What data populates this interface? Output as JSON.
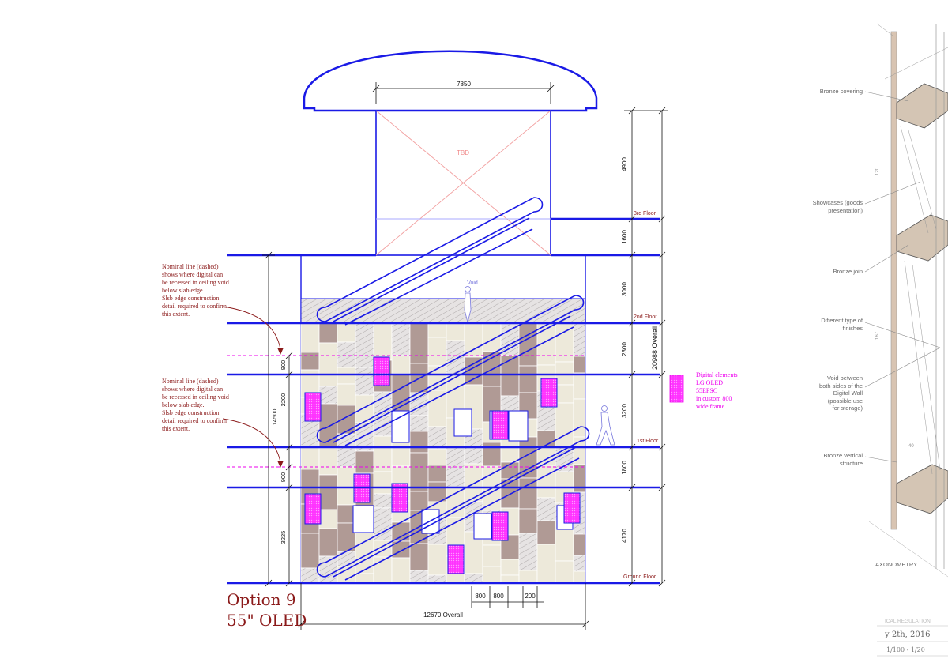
{
  "title": {
    "option": "Option 9",
    "subtitle": "55\" OLED"
  },
  "floors": [
    "3rd Floor",
    "2nd Floor",
    "1st Floor",
    "Ground Floor"
  ],
  "dimensions": {
    "top_width": "7850",
    "right_segments": [
      "4900",
      "1600",
      "3000",
      "2300",
      "3200",
      "1800",
      "4170"
    ],
    "overall_height": "20988 Overall",
    "overall_width": "12670 Overall",
    "left_total": "14500",
    "left_segments": [
      "900",
      "2200",
      "900",
      "3225"
    ],
    "bottom": [
      "800",
      "800",
      "200"
    ]
  },
  "labels": {
    "tbd": "TBD",
    "void": "Void"
  },
  "notes": [
    [
      "Nominal line (dashed)",
      "shows where digital can",
      "be recessed in ceiling void",
      "below slab edge.",
      "Slsb edge construction",
      "detail required to confirm",
      "this extent."
    ],
    [
      "Nominal line (dashed)",
      "shows where digital can",
      "be recessed in ceiling void",
      "below slab edge.",
      "Slsb edge construction",
      "detail required to confirm",
      "this extent."
    ]
  ],
  "digital_legend": [
    "Digital elements",
    "LG OLED",
    "55EFSC",
    "in custom 800",
    "wide frame"
  ],
  "axonometry": {
    "labels": [
      [
        "Bronze covering"
      ],
      [
        "Showcases (goods",
        "presentation)"
      ],
      [
        "Bronze join"
      ],
      [
        "Different type of",
        "finishes"
      ],
      [
        "Void between",
        "both sides of the",
        "Digital Wall",
        "(possible use",
        "for storage)"
      ],
      [
        "Bronze vertical",
        "structure"
      ]
    ],
    "dims": [
      "120",
      "167",
      "40"
    ],
    "caption": "AXONOMETRY",
    "titleblock": [
      "ICAL REGULATION",
      "y 2th, 2016",
      "1/100 - 1/20"
    ]
  },
  "colors": {
    "structure": "#1a1ae6",
    "annotation": "#8b1a1a",
    "digital": "#ee00ee",
    "panel_mauve": "#b09a95",
    "panel_cream": "#ede9da"
  }
}
